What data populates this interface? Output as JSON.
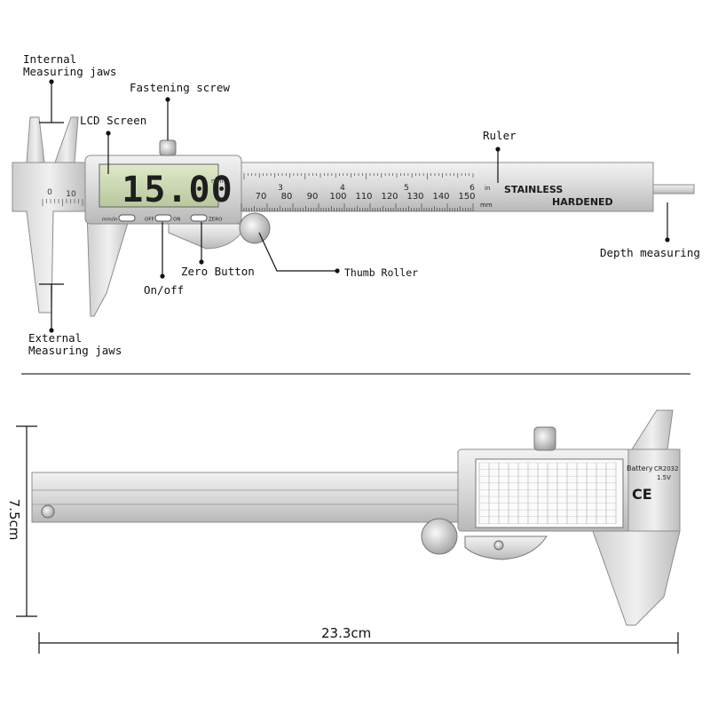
{
  "top": {
    "display": {
      "reading": "15.00",
      "unit": "mm"
    },
    "buttons": {
      "mode": "mm/in",
      "off": "OFF",
      "on": "ON",
      "zero": "ZERO"
    },
    "scale": {
      "numbers": [
        "70",
        "80",
        "90",
        "100",
        "110",
        "120",
        "130",
        "140",
        "150"
      ],
      "inch_numbers": [
        "3",
        "4",
        "5",
        "6"
      ],
      "inch_label": "in",
      "mm_label": "mm",
      "jaw_numbers": [
        "0",
        "10"
      ]
    },
    "ruler_text": {
      "line1": "STAINLESS",
      "line2": "HARDENED"
    },
    "labels": {
      "internal_jaws": [
        "Internal",
        "Measuring jaws"
      ],
      "fastening_screw": "Fastening screw",
      "lcd_screen": "LCD Screen",
      "ruler": "Ruler",
      "depth": "Depth measuring",
      "zero_button": "Zero Button",
      "thumb_roller": "Thumb Roller",
      "on_off": "On/off",
      "external_jaws": [
        "External",
        "Measuring jaws"
      ]
    }
  },
  "bottom": {
    "battery": {
      "label": "Battery",
      "model": "CR2032",
      "voltage": "1.5V"
    },
    "ce_mark": "CE",
    "width_dimension": "23.3cm",
    "height_dimension": "7.5cm"
  }
}
